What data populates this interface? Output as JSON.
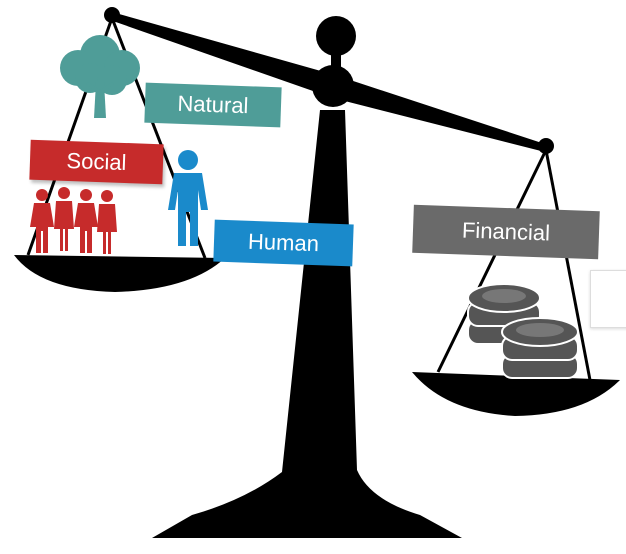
{
  "labels": {
    "natural": "Natural",
    "social": "Social",
    "human": "Human",
    "financial": "Financial"
  },
  "icons": {
    "tree": "tree-icon",
    "people": "people-group-icon",
    "person": "person-icon",
    "coins": "coin-stack-icon"
  },
  "colors": {
    "natural": "#4f9d98",
    "social": "#c62b2b",
    "human": "#1a8acb",
    "financial": "#6a6a6a",
    "scale": "#000000"
  }
}
